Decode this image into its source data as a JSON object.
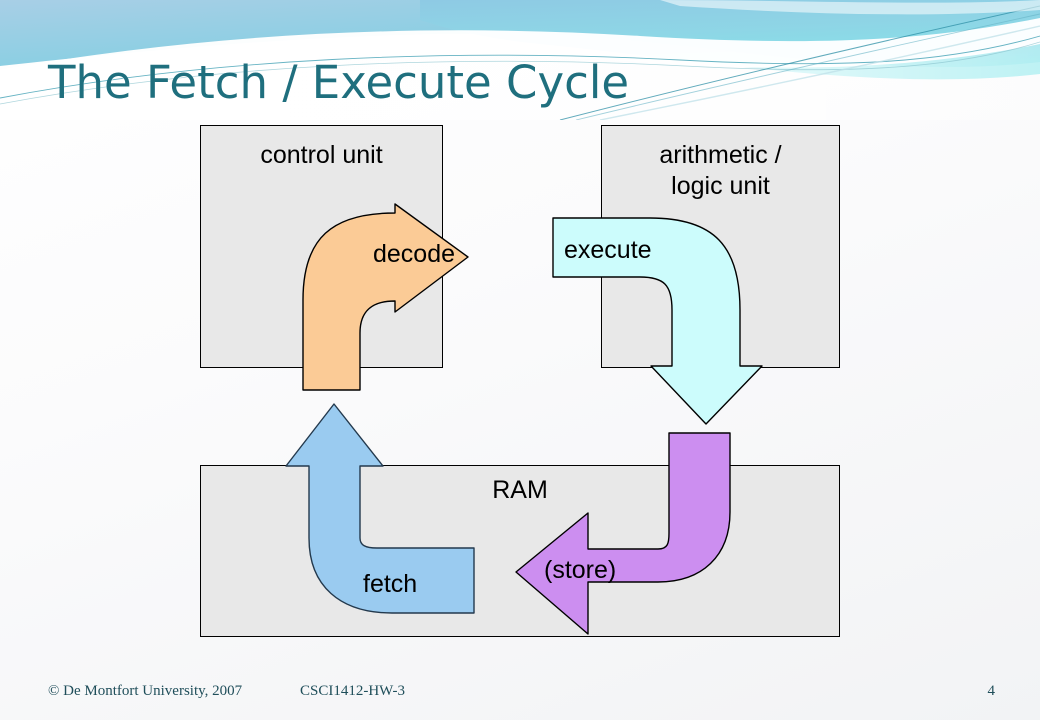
{
  "slide": {
    "title": "The Fetch / Execute Cycle",
    "title_color": "#1f6f7e",
    "background_color": "#f7f8f9"
  },
  "header": {
    "gradient_from": "#9fd3e8",
    "gradient_to": "#7fe0e8",
    "swoosh_color": "#ffffff",
    "accent_line_color": "#2d8fa5"
  },
  "diagram": {
    "boxes": [
      {
        "name": "control-unit",
        "label": "control unit",
        "fill": "#e8e8e8",
        "stroke": "#000000"
      },
      {
        "name": "arithmetic-logic-unit",
        "label": "arithmetic /\nlogic unit",
        "label_line1": "arithmetic /",
        "label_line2": "logic unit",
        "fill": "#e8e8e8",
        "stroke": "#000000"
      },
      {
        "name": "ram",
        "label": "RAM",
        "fill": "#e8e8e8",
        "stroke": "#000000"
      }
    ],
    "arrows": [
      {
        "name": "decode-arrow",
        "label": "decode",
        "fill": "#fbcb96",
        "stroke": "#000000",
        "direction": "up-then-right",
        "from": "control unit",
        "to": "arithmetic / logic unit"
      },
      {
        "name": "execute-arrow",
        "label": "execute",
        "fill": "#ccfcfc",
        "stroke": "#000000",
        "direction": "right-then-down",
        "from": "arithmetic / logic unit",
        "to": "RAM"
      },
      {
        "name": "store-arrow",
        "label": "(store)",
        "fill": "#cc8ef0",
        "stroke": "#000000",
        "direction": "down-then-left",
        "from": "arithmetic / logic unit",
        "to": "RAM"
      },
      {
        "name": "fetch-arrow",
        "label": "fetch",
        "fill": "#9acbf0",
        "stroke": "#23394d",
        "direction": "left-then-up",
        "from": "RAM",
        "to": "control unit"
      }
    ]
  },
  "footer": {
    "copyright": "© De Montfort University, 2007",
    "course_code": "CSCI1412-HW-3",
    "page_number": "4",
    "text_color": "#1f4e5a"
  }
}
